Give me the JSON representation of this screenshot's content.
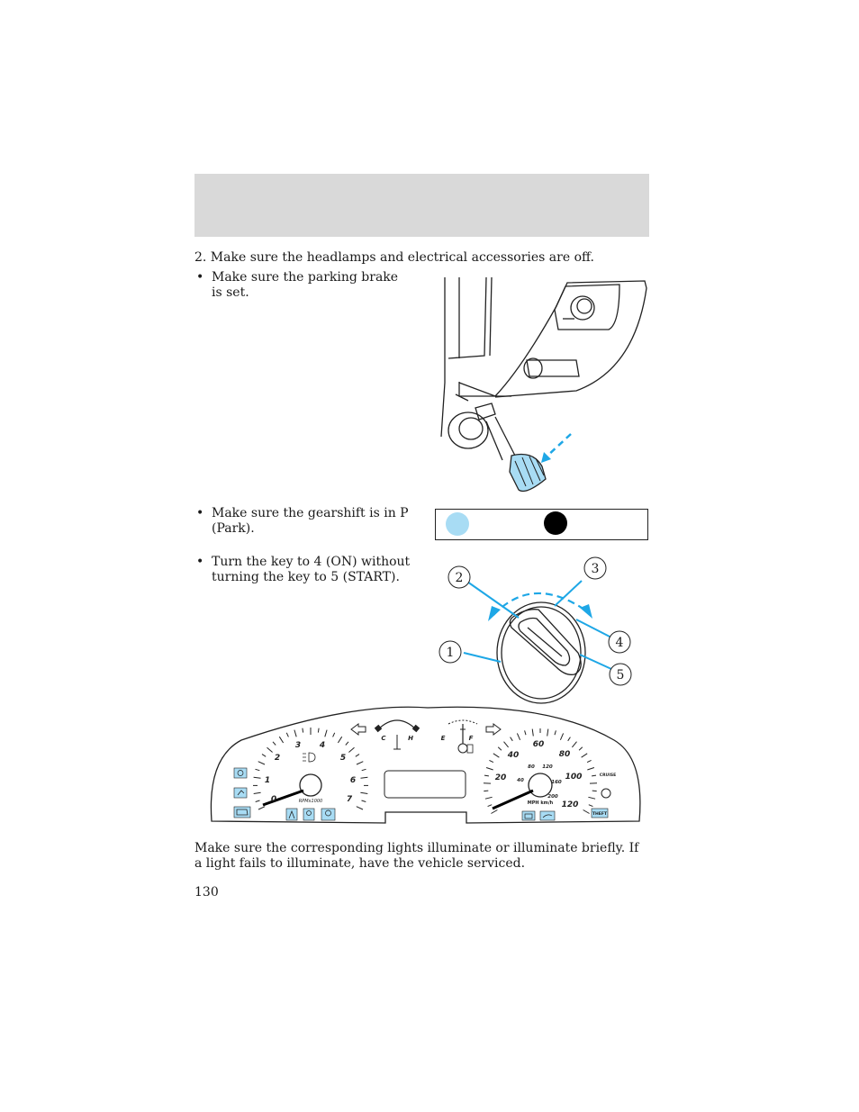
{
  "step_2": "2. Make sure the headlamps and electrical accessories are off.",
  "bullets": [
    "Make sure the parking brake is set.",
    "Make sure the gearshift is in P (Park).",
    "Turn the key to 4 (ON) without turning the key to 5 (START)."
  ],
  "bullet_glyph": "•",
  "key_positions": [
    "1",
    "2",
    "3",
    "4",
    "5"
  ],
  "tachometer": {
    "scale": [
      "1",
      "2",
      "3",
      "4",
      "5",
      "6",
      "7"
    ],
    "zero": "0",
    "unit": "RPMx1000"
  },
  "temp_gauge": {
    "cold": "C",
    "hot": "H"
  },
  "fuel_gauge": {
    "empty": "E",
    "full": "F"
  },
  "speedometer": {
    "mph_scale": [
      "20",
      "40",
      "60",
      "80",
      "100",
      "120"
    ],
    "kmh_scale": [
      "40",
      "80",
      "120",
      "160",
      "200"
    ],
    "unit": "MPH km/h"
  },
  "indicators": {
    "cruise": "CRUISE",
    "theft": "THEFT"
  },
  "note": "Make sure the corresponding lights illuminate or illuminate briefly. If a light fails to illuminate, have the vehicle serviced.",
  "page_number": "130",
  "colors": {
    "accent": "#1ea7e6",
    "accent_light": "#a8dcf4",
    "band": "#d9d9d9"
  }
}
